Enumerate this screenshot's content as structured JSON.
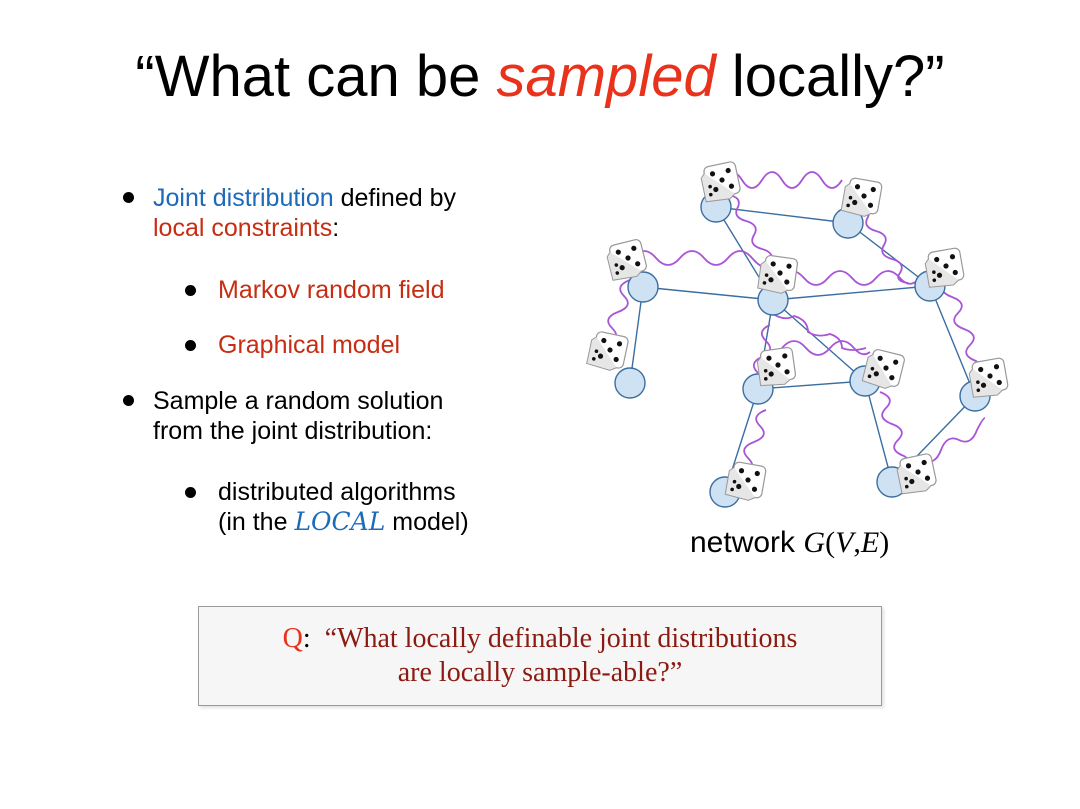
{
  "slide": {
    "title_open": "“What can be ",
    "title_emph": "sampled",
    "title_close": " locally?”"
  },
  "bullets": {
    "b1_part1": "Joint distribution",
    "b1_part2": " defined by",
    "b1_part3": "local constraints",
    "b1_part4": ":",
    "b1_sub1": "Markov random field",
    "b1_sub2": "Graphical model",
    "b2_line1": "Sample a random solution",
    "b2_line2": "from the joint distribution:",
    "b2_sub1": "distributed algorithms",
    "b2_sub2_pre": "(in the ",
    "b2_sub2_model": "LOCAL",
    "b2_sub2_post": " model)"
  },
  "network": {
    "label_word": "network ",
    "label_G": "G",
    "label_V": "V",
    "label_comma": ",",
    "label_E": "E",
    "label_open": "(",
    "label_close": ")"
  },
  "question": {
    "q": "Q",
    "colon": ":",
    "line1": "  “What locally definable joint distributions",
    "line2": "are locally sample-able?”"
  },
  "colors": {
    "accent_red": "#e8321c",
    "text_red": "#c62d12",
    "blue": "#1c6ab8",
    "node_fill": "#cfe2f3",
    "node_stroke": "#3b6ea0",
    "wave": "#a855d8"
  }
}
